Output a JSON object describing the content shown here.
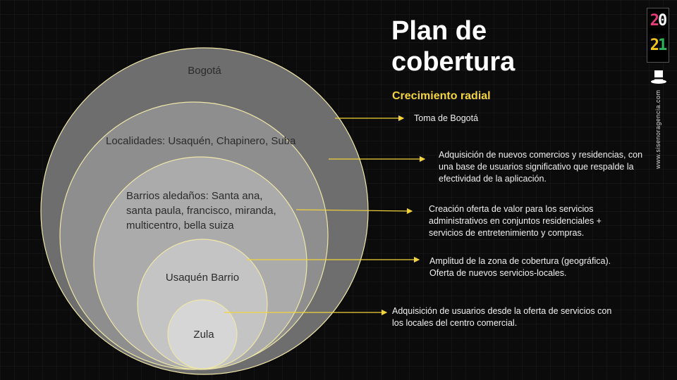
{
  "slide": {
    "title": "Plan de cobertura",
    "subtitle": "Crecimiento radial",
    "website": "www.sisenoragencia.com",
    "logo_digits": [
      "2",
      "0",
      "2",
      "1"
    ]
  },
  "circles": [
    {
      "label": "Bogotá",
      "fill": "#6e6e6e"
    },
    {
      "label": "Localidades:  Usaquén, Chapinero, Suba",
      "fill": "#8e8e8e"
    },
    {
      "label": "Barrios aledaños: Santa ana, santa paula, francisco, miranda, multicentro, bella suiza",
      "fill": "#ababab"
    },
    {
      "label": "Usaquén Barrio",
      "fill": "#c4c4c4"
    },
    {
      "label": "Zula",
      "fill": "#d6d6d6"
    }
  ],
  "descriptions": [
    {
      "text": "Toma de Bogotá"
    },
    {
      "text": "Adquisición de nuevos comercios y residencias, con una base de usuarios significativo que respalde la efectividad de la aplicación."
    },
    {
      "text": "Creación oferta de valor para los servicios administrativos en conjuntos residenciales + servicios de entretenimiento y compras."
    },
    {
      "text": "Amplitud de la zona de cobertura (geográfica). Oferta  de nuevos servicios-locales."
    },
    {
      "text": "Adquisición de usuarios desde la oferta de servicios con los locales del centro comercial."
    }
  ],
  "colors": {
    "background": "#0b0b0b",
    "accent_yellow": "#f2d43a",
    "circle_stroke": "#efe6a8"
  }
}
